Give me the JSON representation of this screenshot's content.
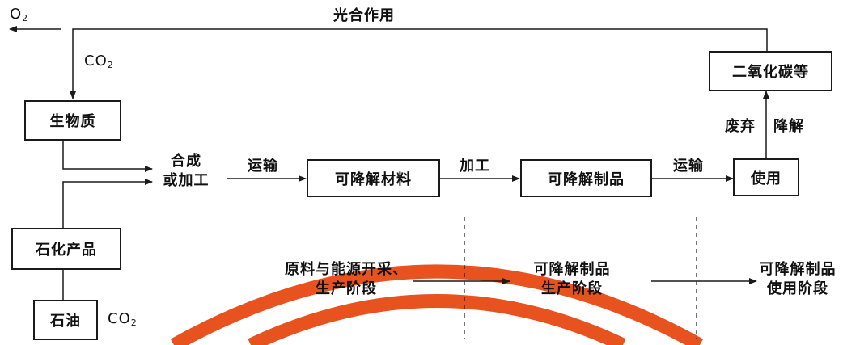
{
  "title": "光合作用",
  "o2": {
    "symbol": "O",
    "subscript": "2"
  },
  "co2_top": {
    "symbol": "CO",
    "subscript": "2"
  },
  "co2_bottom": {
    "symbol": "CO",
    "subscript": "2"
  },
  "boxes": {
    "biomass": "生物质",
    "petrochem": "石化产品",
    "oil": "石油",
    "material": "可降解材料",
    "product": "可降解制品",
    "use": "使用",
    "co2etc": "二氧化碳等"
  },
  "labels": {
    "synth_line1": "合成",
    "synth_line2": "或加工",
    "transport1": "运输",
    "processing": "加工",
    "transport2": "运输",
    "discard": "废弃",
    "degrade": "降解"
  },
  "stages": {
    "s1_line1": "原料与能源开采、",
    "s1_line2": "生产阶段",
    "s2_line1": "可降解制品",
    "s2_line2": "生产阶段",
    "s3_line1": "可降解制品",
    "s3_line2": "使用阶段"
  },
  "colors": {
    "line": "#1a1a1a",
    "arc": "#e8521f"
  }
}
